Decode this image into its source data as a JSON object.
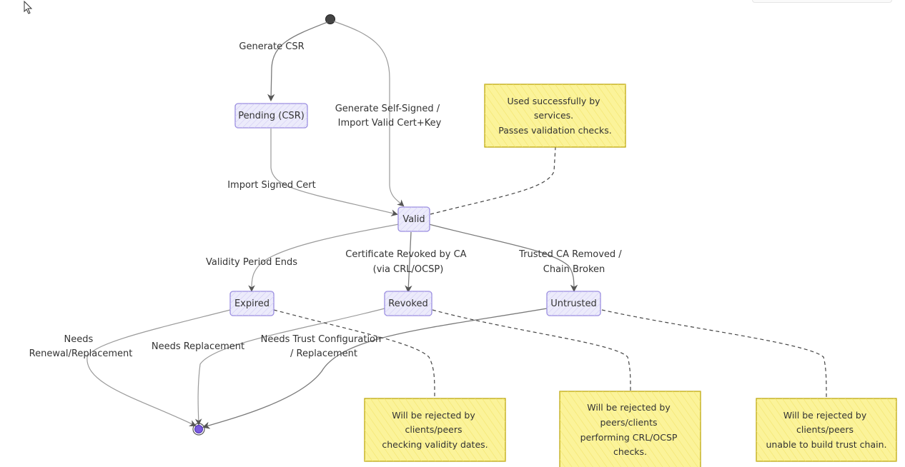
{
  "diagram": {
    "states": {
      "pending": "Pending (CSR)",
      "valid": "Valid",
      "expired": "Expired",
      "revoked": "Revoked",
      "untrusted": "Untrusted"
    },
    "transitions": {
      "generate_csr": [
        "Generate CSR"
      ],
      "self_signed": [
        "Generate Self-Signed /",
        "Import Valid Cert+Key"
      ],
      "import_signed": [
        "Import Signed Cert"
      ],
      "validity_ends": [
        "Validity Period Ends"
      ],
      "revoked_by_ca": [
        "Certificate Revoked by CA",
        "(via CRL/OCSP)"
      ],
      "ca_removed": [
        "Trusted CA Removed /",
        "Chain Broken"
      ],
      "needs_renewal": [
        "Needs",
        "Renewal/Replacement"
      ],
      "needs_replacement": [
        "Needs Replacement"
      ],
      "needs_trust": [
        "Needs Trust Configuration",
        "/ Replacement"
      ]
    },
    "notes": {
      "valid_note": [
        "Used successfully by",
        "services.",
        "Passes validation checks."
      ],
      "expired_note": [
        "Will be rejected by",
        "clients/peers",
        "checking validity dates."
      ],
      "revoked_note": [
        "Will be rejected by",
        "peers/clients",
        "performing CRL/OCSP",
        "checks."
      ],
      "untrusted_note": [
        "Will be rejected by",
        "clients/peers",
        "unable to build trust chain."
      ]
    }
  }
}
